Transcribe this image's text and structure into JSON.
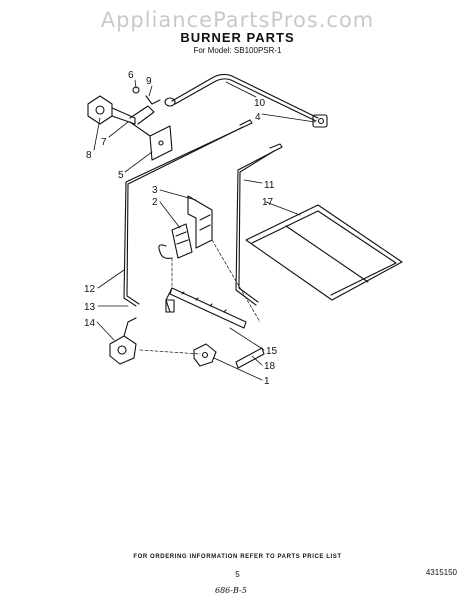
{
  "watermark": "AppliancePartsPros.com",
  "title": "BURNER PARTS",
  "subtitle": "For Model: SB100PSR-1",
  "callouts": [
    "6",
    "9",
    "10",
    "4",
    "8",
    "7",
    "5",
    "11",
    "17",
    "3",
    "2",
    "12",
    "13",
    "14",
    "15",
    "18",
    "1"
  ],
  "footer": {
    "note": "FOR ORDERING INFORMATION REFER TO PARTS PRICE LIST",
    "page": "5",
    "part_number": "4315150",
    "handwritten": "686-B-5"
  }
}
